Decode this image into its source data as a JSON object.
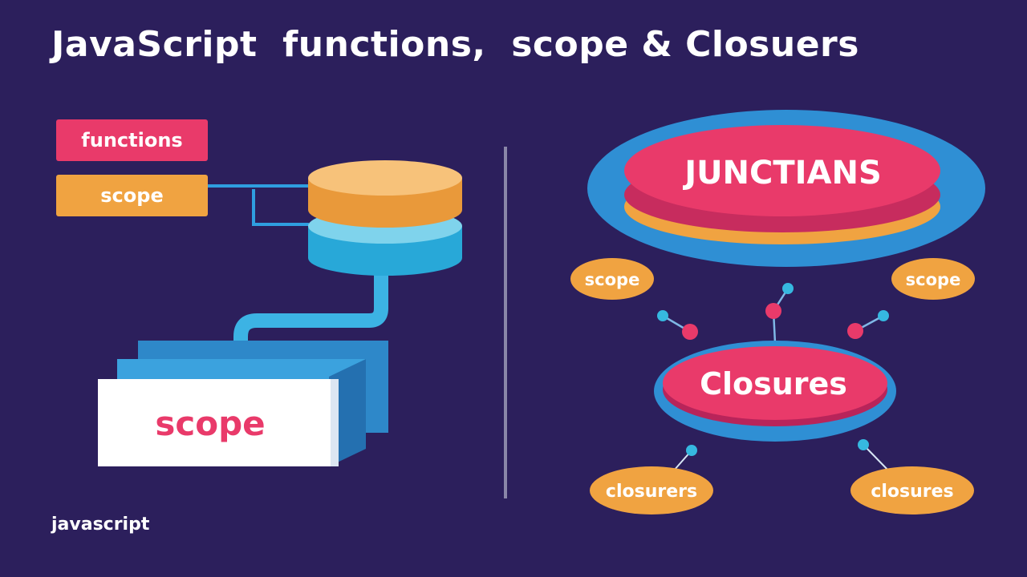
{
  "title": "JavaScript  functions,  scope & Closuers",
  "left_panel": {
    "tag_functions": "functions",
    "tag_scope": "scope",
    "box_label": "scope"
  },
  "right_panel": {
    "top_disc": "JUNCTIANS",
    "mid_disc": "Closures",
    "pill_left": "scope",
    "pill_right": "scope",
    "bottom_left": "closurers",
    "bottom_right": "closures"
  },
  "footer": "javascript",
  "colors": {
    "background": "#2c1f5c",
    "pink": "#e93a6a",
    "orange": "#f0a341",
    "blue": "#2f8fd4",
    "cyan": "#36b8e0"
  }
}
